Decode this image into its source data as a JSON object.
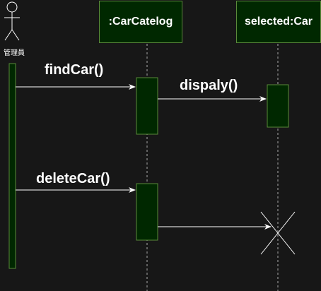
{
  "actor": {
    "label": "管理員"
  },
  "lifelines": [
    {
      "label": ":CarCatelog"
    },
    {
      "label": "selected:Car"
    }
  ],
  "messages": [
    {
      "label": "findCar()"
    },
    {
      "label": "dispaly()"
    },
    {
      "label": "deleteCar()"
    }
  ],
  "colors": {
    "background": "#171717",
    "box_fill": "#002800",
    "box_border": "#5a8a3a",
    "line": "#ffffff",
    "lifeline_dash": "#aaaaaa"
  }
}
